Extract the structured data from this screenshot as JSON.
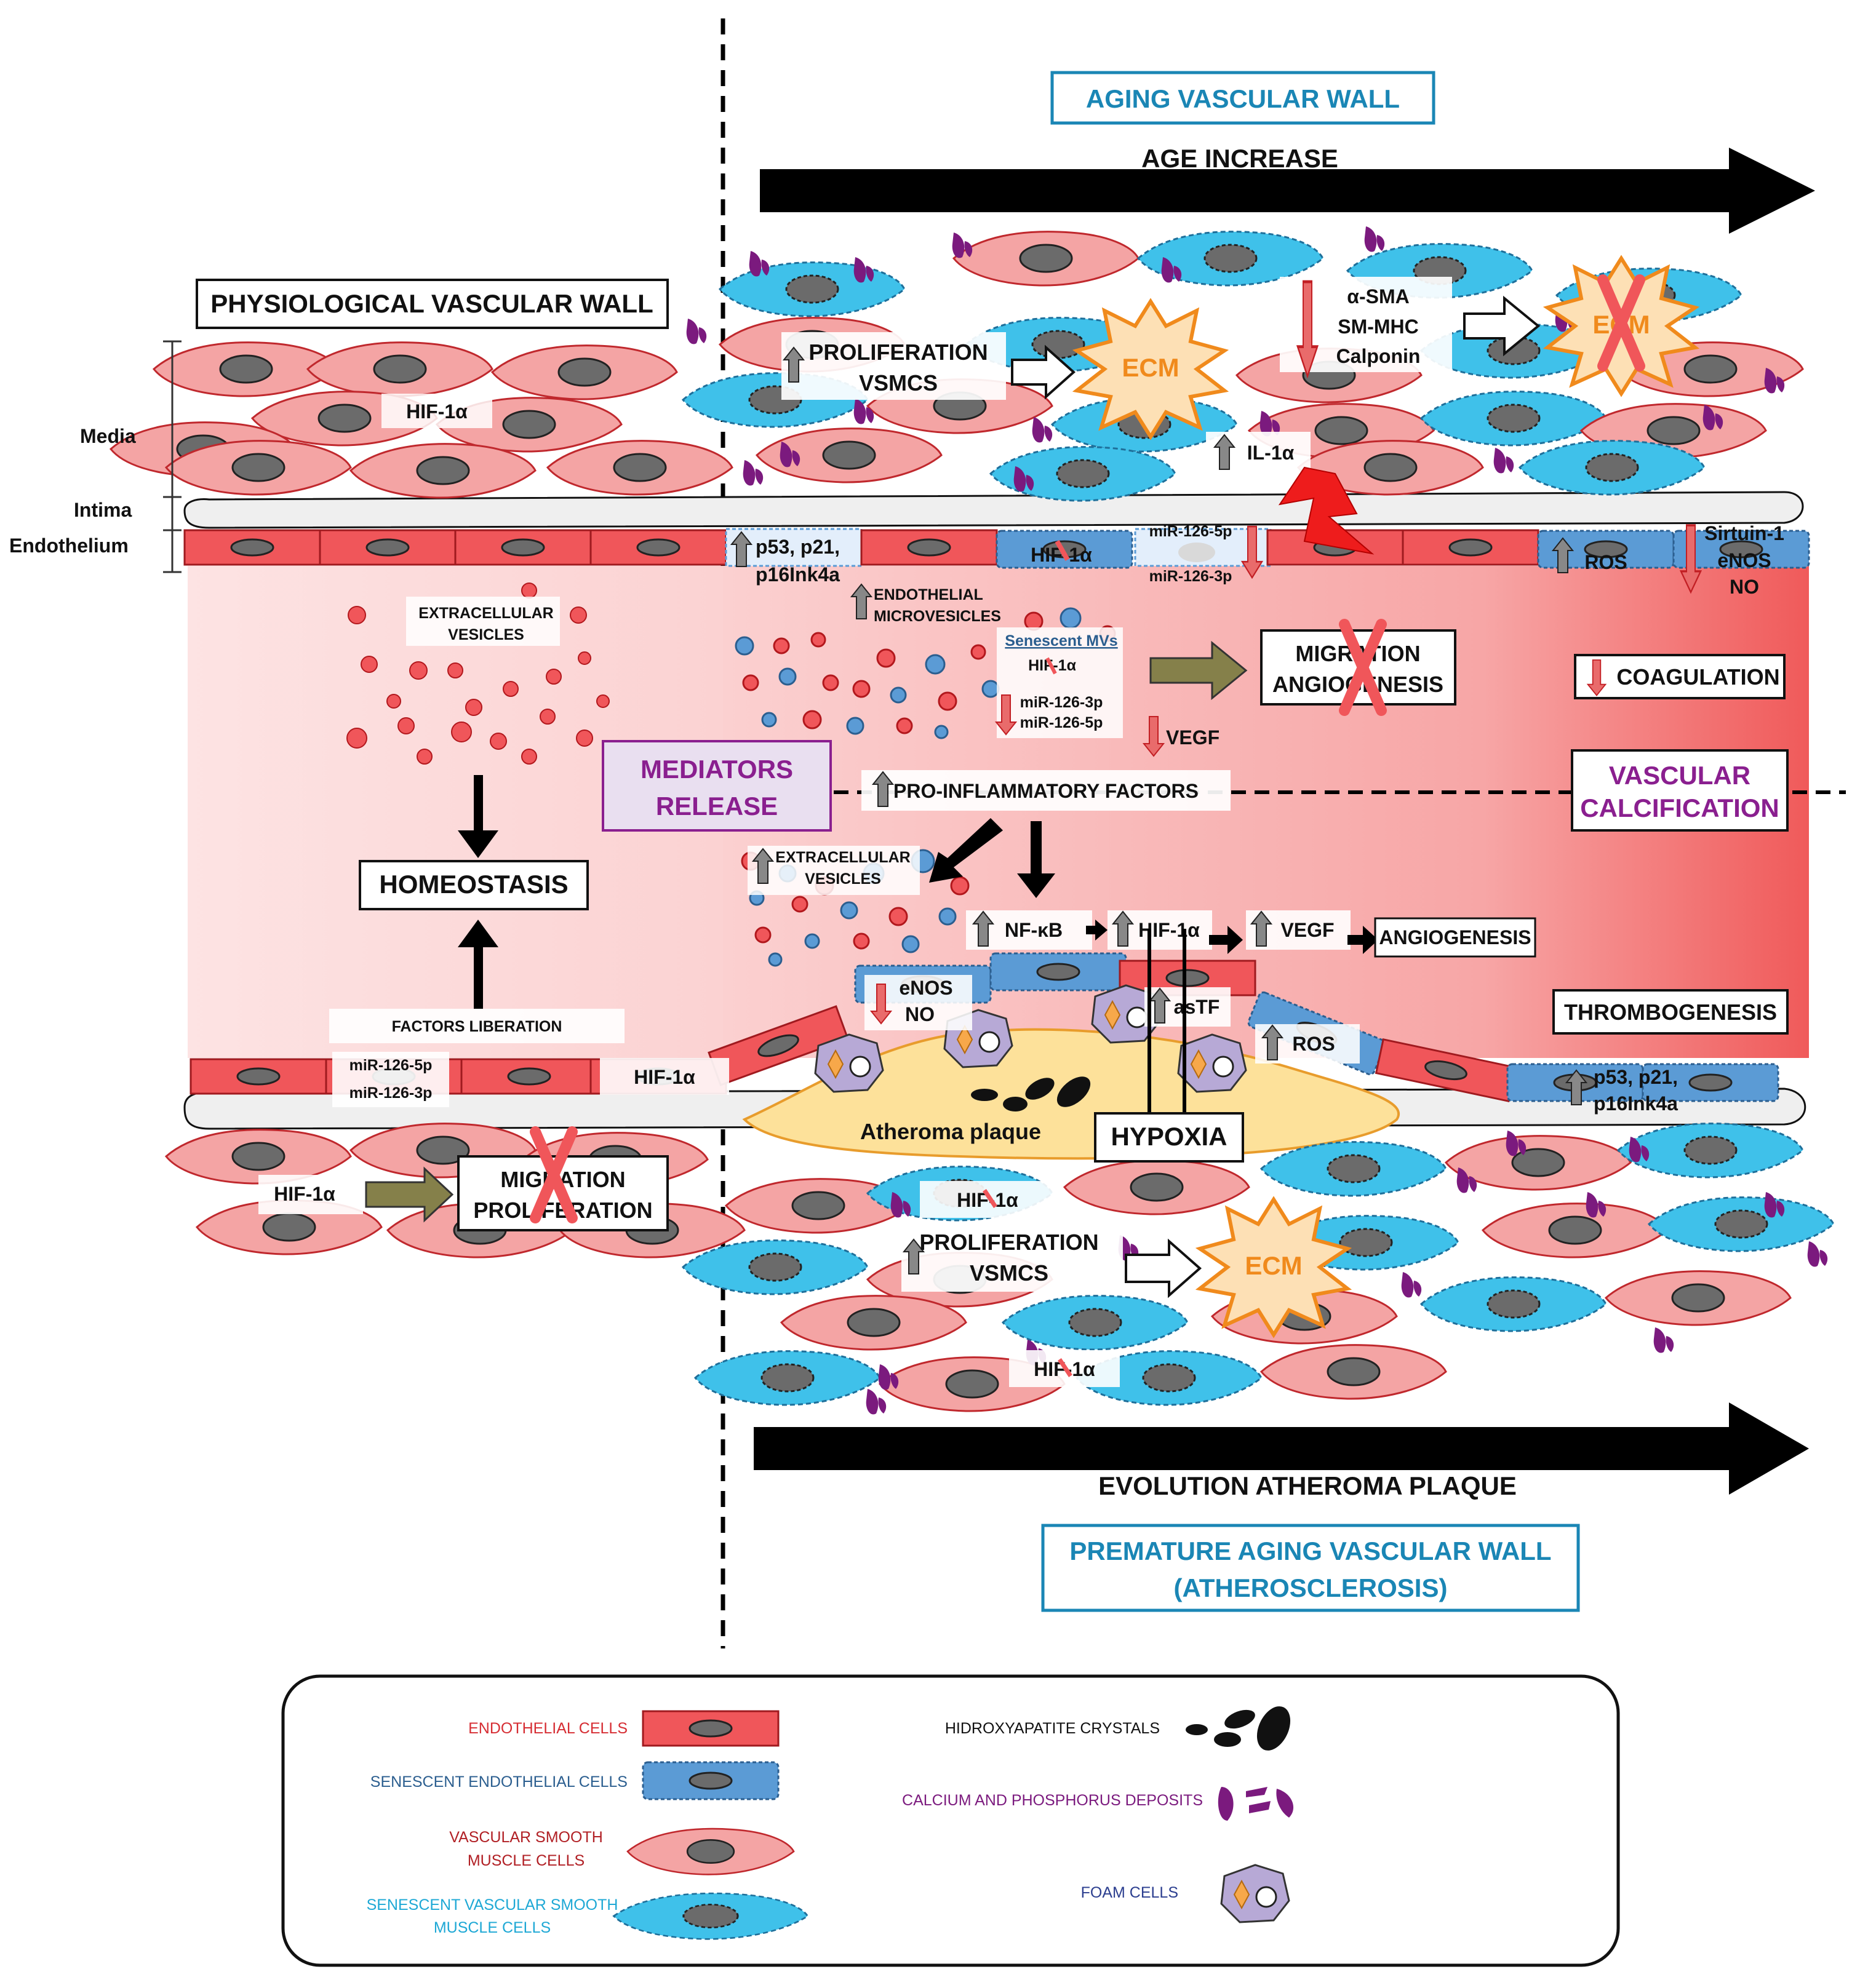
{
  "labels": {
    "aging_wall": "AGING VASCULAR WALL",
    "age_increase": "AGE INCREASE",
    "physiological_wall": "PHYSIOLOGICAL VASCULAR WALL",
    "media": "Media",
    "intima": "Intima",
    "endothelium": "Endothelium",
    "hif": "HIF-1α",
    "extracellular_vesicles_1": "EXTRACELLULAR",
    "extracellular_vesicles_2": "VESICLES",
    "homeostasis": "HOMEOSTASIS",
    "factors_liberation": "FACTORS LIBERATION",
    "mir126_5p": "miR-126-5p",
    "mir126_3p": "miR-126-3p",
    "mir126_3p_b": "miR-126-3p",
    "mir126_5p_b": "miR-126-5p",
    "migration": "MIGRATION",
    "proliferation": "PROLIFERATION",
    "mediators_1": "MEDIATORS",
    "mediators_2": "RELEASE",
    "prolif_vsmcs_1": "PROLIFERATION",
    "prolif_vsmcs_2": "VSMCS",
    "ecm": "ECM",
    "asma": "α-SMA",
    "smmhc": "SM-MHC",
    "calponin": "Calponin",
    "il1a": "IL-1α",
    "p53": "p53, p21,",
    "p16": "p16Ink4a",
    "endo_micro_1": "ENDOTHELIAL",
    "endo_micro_2": "MICROVESICLES",
    "ros": "ROS",
    "sirtuin": "Sirtuin-1",
    "enos": "eNOS",
    "no": "NO",
    "senescent_mvs": "Senescent MVs",
    "migration_angio_1": "MIGRATION",
    "migration_angio_2": "ANGIOGENESIS",
    "coagulation": "COAGULATION",
    "vegf": "VEGF",
    "pro_inflam": "PRO-INFLAMMATORY FACTORS",
    "vascular_calc_1": "VASCULAR",
    "vascular_calc_2": "CALCIFICATION",
    "nfkb": "NF-κB",
    "angiogenesis": "ANGIOGENESIS",
    "astf": "asTF",
    "thrombogenesis": "THROMBOGENESIS",
    "atheroma": "Atheroma plaque",
    "hypoxia": "HYPOXIA",
    "evolution": "EVOLUTION ATHEROMA PLAQUE",
    "premature_1": "PREMATURE AGING VASCULAR WALL",
    "premature_2": "(ATHEROSCLEROSIS)"
  },
  "legend": {
    "endothelial": "ENDOTHELIAL CELLS",
    "senescent_endothelial": "SENESCENT ENDOTHELIAL CELLS",
    "vsmc_1": "VASCULAR SMOOTH",
    "vsmc_2": "MUSCLE CELLS",
    "senescent_vsmc_1": "SENESCENT VASCULAR SMOOTH",
    "senescent_vsmc_2": "MUSCLE CELLS",
    "hydroxyapatite": "HIDROXYAPATITE CRYSTALS",
    "calcium": "CALCIUM AND PHOSPHORUS DEPOSITS",
    "foam": "FOAM CELLS"
  },
  "colors": {
    "endothelial": "#f0565a",
    "senescent_endothelial": "#5b9bd5",
    "vsmc": "#f4a4a4",
    "senescent_vsmc": "#3fc1ea",
    "calcium": "#7b1a7e",
    "plaque": "#fde19a",
    "title_blue": "#1a86b5",
    "purple": "#8a1f8f"
  }
}
